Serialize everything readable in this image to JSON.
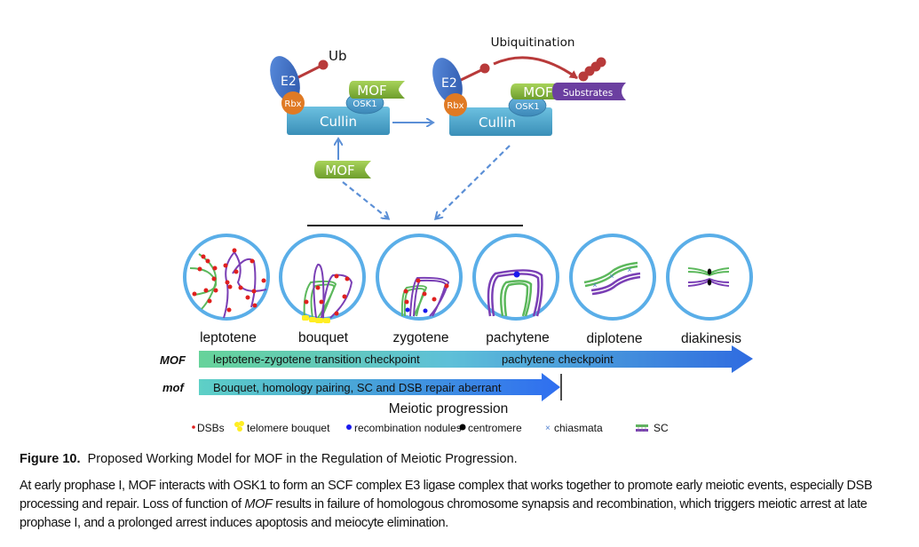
{
  "figure": {
    "complex_left": {
      "e2": "E2",
      "rbx": "Rbx",
      "cullin": "Cullin",
      "osk1": "OSK1",
      "mof": "MOF",
      "ub": "Ub"
    },
    "complex_right": {
      "e2": "E2",
      "rbx": "Rbx",
      "cullin": "Cullin",
      "osk1": "OSK1",
      "mof": "MOF",
      "substrates": "Substrates",
      "ubiquitination": "Ubiquitination"
    },
    "free_mof": "MOF",
    "stages": [
      {
        "label": "leptotene"
      },
      {
        "label": "bouquet"
      },
      {
        "label": "zygotene"
      },
      {
        "label": "pachytene"
      },
      {
        "label": "diplotene"
      },
      {
        "label": "diakinesis"
      }
    ],
    "progress_bars": {
      "mof_upper": {
        "row_label": "MOF",
        "text_1": "leptotene-zygotene transition checkpoint",
        "text_2": "pachytene checkpoint"
      },
      "mof_lower": {
        "row_label": "mof",
        "text": "Bouquet, homology pairing, SC and DSB repair aberrant"
      },
      "axis_label": "Meiotic progression"
    },
    "legend": [
      {
        "symbol": "red-dot",
        "label": "DSBs"
      },
      {
        "symbol": "yellow-blobs",
        "label": "telomere bouquet"
      },
      {
        "symbol": "blue-dot",
        "label": "recombination nodules"
      },
      {
        "symbol": "black-dot",
        "label": "centromere"
      },
      {
        "symbol": "blue-cross",
        "label": "chiasmata"
      },
      {
        "symbol": "sc-bars",
        "label": "SC"
      }
    ],
    "colors": {
      "circle": "#5aaee8",
      "dsb": "#e0201e",
      "green_chromosome": "#5cb85c",
      "purple_chromosome": "#7a3fb5",
      "cullin": "#4aa3c9",
      "e2": "#3e6fc4",
      "rbx": "#e07a24",
      "mof": "#8cbf3f",
      "substrates": "#6b3fa0",
      "ub": "#b83a3a",
      "arrow": "#5b8fd6"
    }
  },
  "caption": {
    "figure_number": "Figure 10.",
    "title": "Proposed Working Model for MOF in the Regulation of Meiotic Progression.",
    "body_part1": "At early prophase I, MOF interacts with OSK1 to form an SCF complex E3 ligase complex that works together to promote early meiotic events, especially DSB processing and repair. Loss of function of ",
    "body_italic": "MOF",
    "body_part2": " results in failure of homologous chromosome synapsis and recombination, which triggers meiotic arrest at late prophase I, and a prolonged arrest induces apoptosis and meiocyte elimination."
  }
}
